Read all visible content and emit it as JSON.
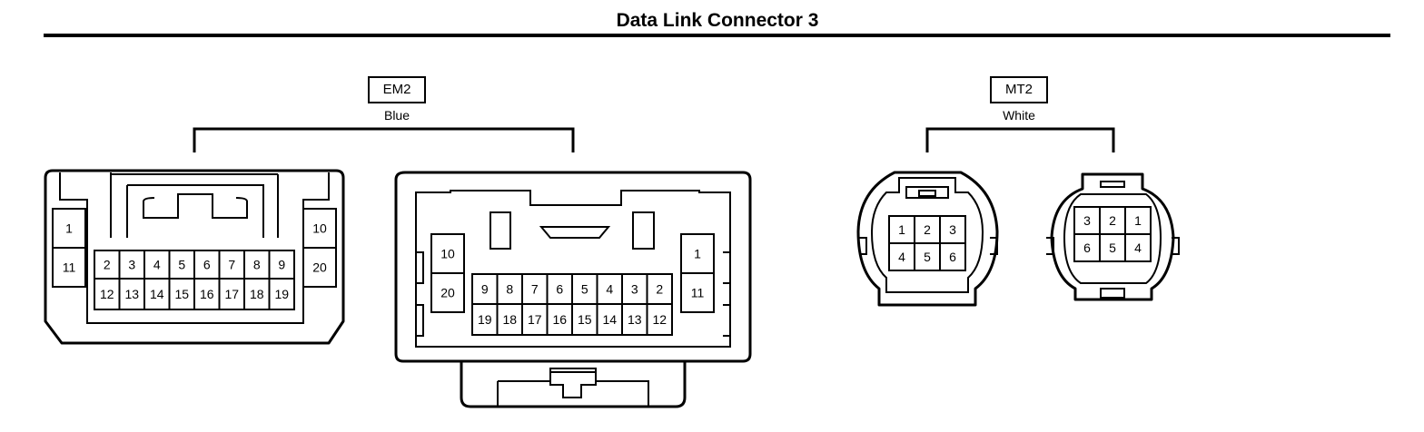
{
  "title": "Data Link Connector 3",
  "connectors": [
    {
      "code": "EM2",
      "color": "Blue",
      "views": [
        {
          "row_single_left": [
            "1",
            "11"
          ],
          "row_top": [
            "2",
            "3",
            "4",
            "5",
            "6",
            "7",
            "8",
            "9"
          ],
          "row_bottom": [
            "12",
            "13",
            "14",
            "15",
            "16",
            "17",
            "18",
            "19"
          ],
          "row_single_right": [
            "10",
            "20"
          ]
        },
        {
          "row_single_left": [
            "10",
            "20"
          ],
          "row_top": [
            "9",
            "8",
            "7",
            "6",
            "5",
            "4",
            "3",
            "2"
          ],
          "row_bottom": [
            "19",
            "18",
            "17",
            "16",
            "15",
            "14",
            "13",
            "12"
          ],
          "row_single_right": [
            "1",
            "11"
          ]
        }
      ]
    },
    {
      "code": "MT2",
      "color": "White",
      "views": [
        {
          "row_top": [
            "1",
            "2",
            "3"
          ],
          "row_bottom": [
            "4",
            "5",
            "6"
          ]
        },
        {
          "row_top": [
            "3",
            "2",
            "1"
          ],
          "row_bottom": [
            "6",
            "5",
            "4"
          ]
        }
      ]
    }
  ]
}
